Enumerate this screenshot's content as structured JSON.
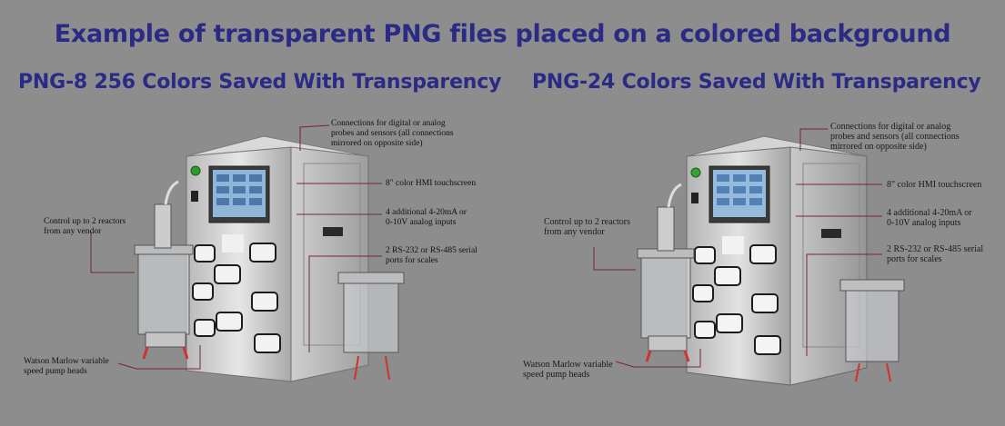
{
  "title": "Example of transparent PNG files placed on a colored background",
  "panels": [
    {
      "heading": "PNG-8 256 Colors Saved With Transparency",
      "annotations": {
        "connections": "Connections for digital or analog\nprobes and sensors (all connections\nmirrored on opposite side)",
        "touchscreen": "8\" color HMI touchscreen",
        "analog": "4 additional 4-20mA or\n0-10V analog inputs",
        "serial": "2 RS-232 or RS-485 serial\nports for scales",
        "control": "Control up to 2 reactors\nfrom any vendor",
        "pumps": "Watson Marlow variable\nspeed pump heads"
      }
    },
    {
      "heading": "PNG-24 Colors Saved With Transparency",
      "annotations": {
        "connections": "Connections for digital or analog\nprobes and sensors (all connections\nmirrored on opposite side)",
        "touchscreen": "8\" color HMI touchscreen",
        "analog": "4 additional 4-20mA or\n0-10V analog inputs",
        "serial": "2 RS-232 or RS-485 serial\nports for scales",
        "control": "Control up to 2 reactors\nfrom any vendor",
        "pumps": "Watson Marlow variable\nspeed pump heads"
      }
    }
  ],
  "colors": {
    "background": "#8d8d8d",
    "title": "#2b2a85",
    "leader_line": "#7a2432"
  }
}
